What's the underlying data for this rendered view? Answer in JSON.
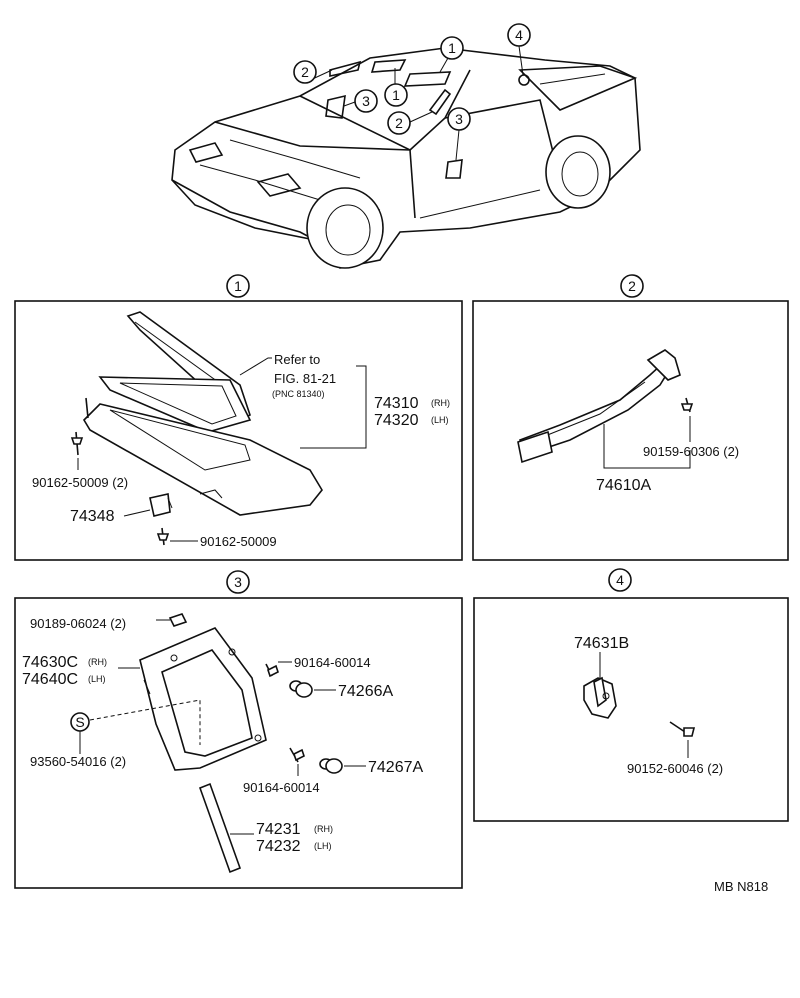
{
  "callouts": {
    "c1": "1",
    "c2": "2",
    "c3": "3",
    "c4": "4"
  },
  "panel1": {
    "refer_line1": "Refer to",
    "refer_line2": "FIG. 81-21",
    "refer_line3": "(PNC 81340)",
    "p74310": "74310",
    "p74310_side": "(RH)",
    "p74320": "74320",
    "p74320_side": "(LH)",
    "p90162a": "90162-50009 (2)",
    "p74348": "74348",
    "p90162b": "90162-50009"
  },
  "panel2": {
    "p90159": "90159-60306 (2)",
    "p74610A": "74610A"
  },
  "panel3": {
    "p90189": "90189-06024 (2)",
    "p74630C": "74630C",
    "p74630C_side": "(RH)",
    "p74640C": "74640C",
    "p74640C_side": "(LH)",
    "p90164a": "90164-60014",
    "p74266A": "74266A",
    "s_marker": "S",
    "p93560": "93560-54016 (2)",
    "p90164b": "90164-60014",
    "p74267A": "74267A",
    "p74231": "74231",
    "p74231_side": "(RH)",
    "p74232": "74232",
    "p74232_side": "(LH)"
  },
  "panel4": {
    "p74631B": "74631B",
    "p90152": "90152-60046 (2)"
  },
  "footer": {
    "code": "MB  N818"
  }
}
